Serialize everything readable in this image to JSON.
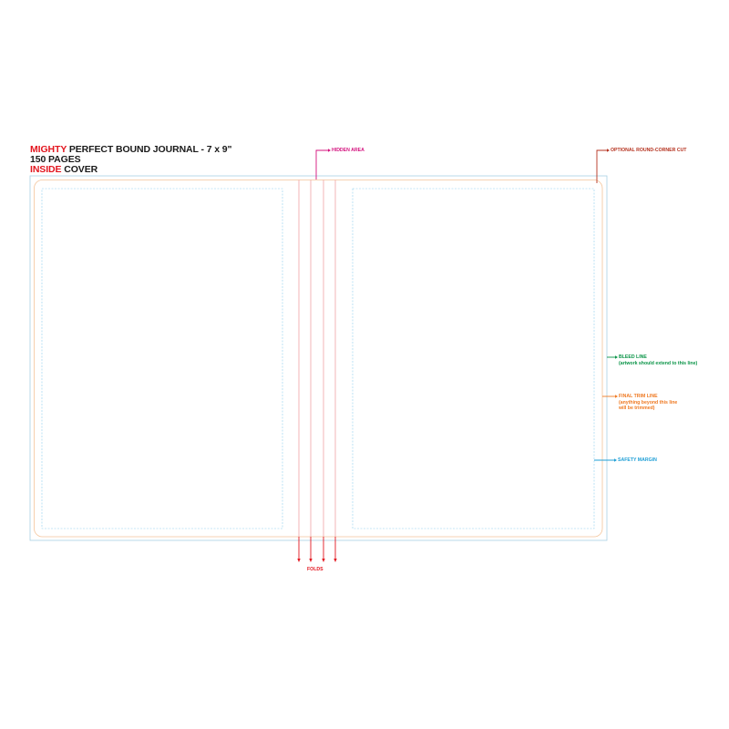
{
  "title": {
    "line1_accent": "MIGHTY",
    "line1_rest": " PERFECT BOUND JOURNAL - 7 x 9\"",
    "line2": "150 PAGES",
    "line3_accent": "INSIDE",
    "line3_rest": " COVER"
  },
  "callouts": {
    "hidden_area": "HIDDEN AREA",
    "round_corner": "OPTIONAL ROUND-CORNER CUT",
    "bleed_line": "BLEED LINE",
    "bleed_note": "(artwork should extend to this line)",
    "trim_line": "FINAL TRIM LINE",
    "trim_note_1": "(anything beyond this line",
    "trim_note_2": "will be trimmed)",
    "safety_margin": "SAFETY MARGIN",
    "folds": "FOLDS"
  },
  "colors": {
    "accent_red": "#e3161f",
    "hidden_magenta": "#d4127e",
    "round_corner_brown": "#b5321f",
    "bleed_green": "#0a9447",
    "trim_orange": "#ef7a23",
    "safety_blue": "#1f9fd6",
    "bleed_outline": "#a8cfe3",
    "fold_line": "#f0a3a5"
  }
}
